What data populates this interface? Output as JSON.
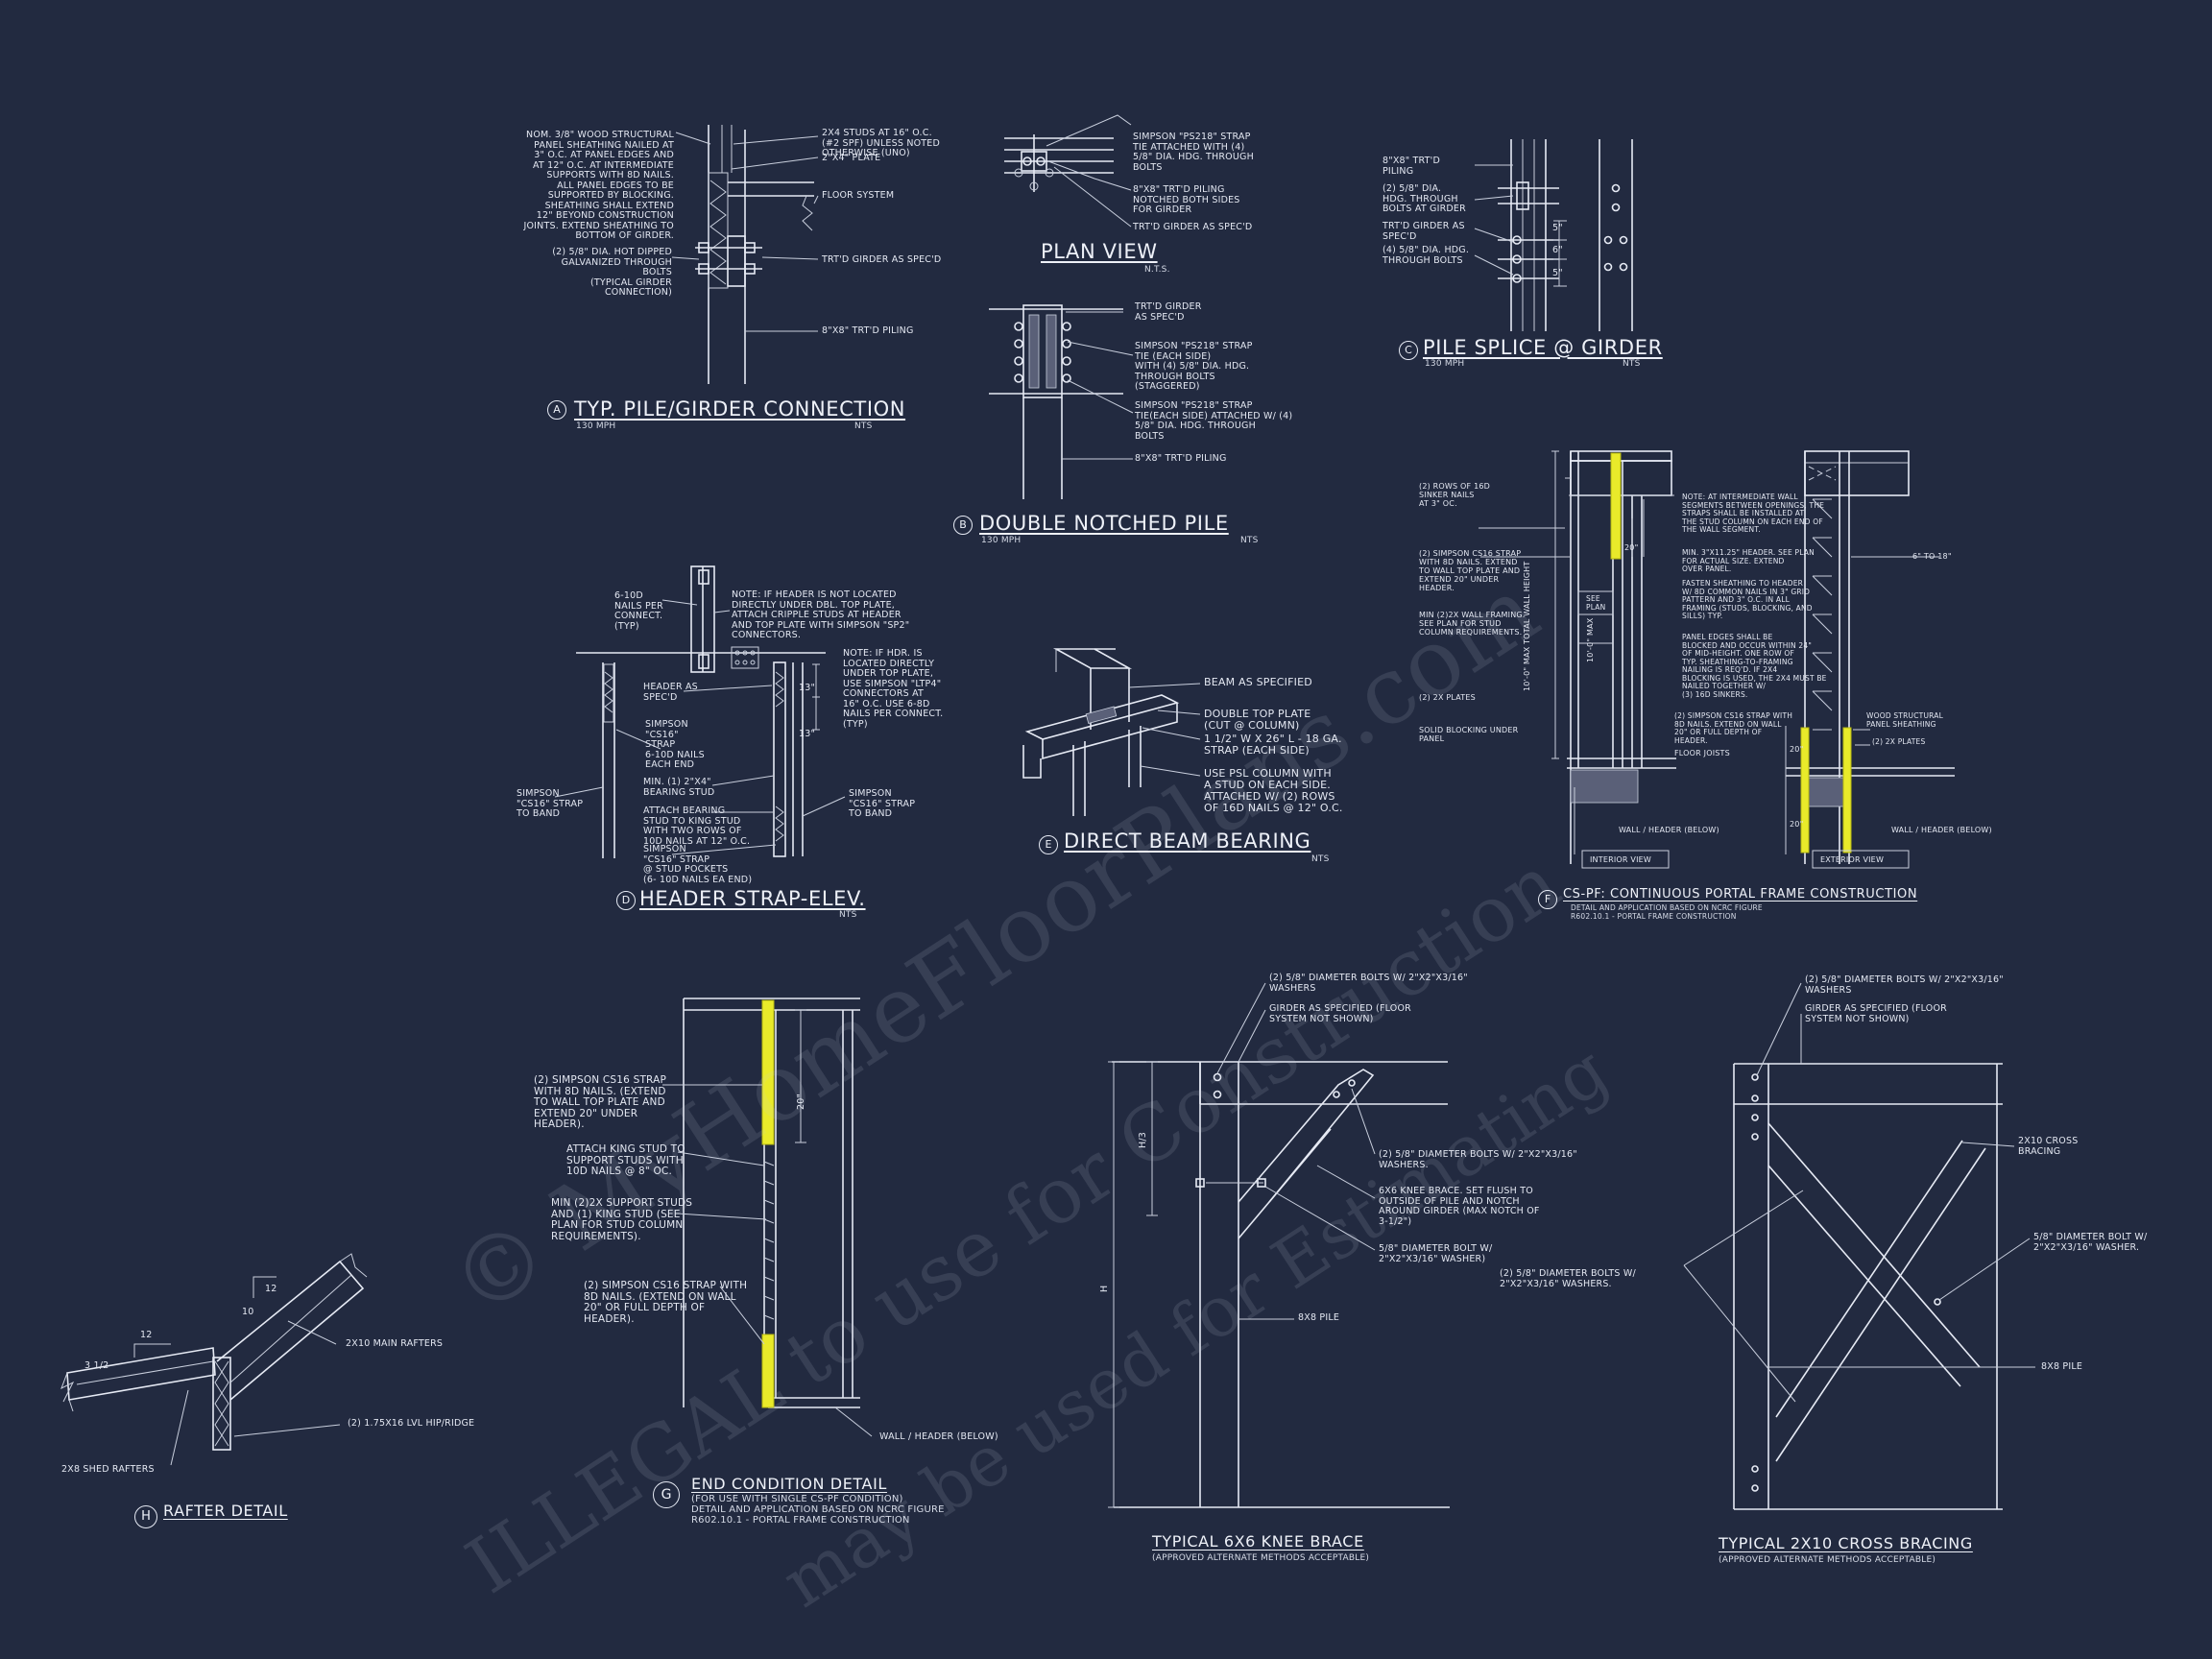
{
  "colors": {
    "background": "#222a40",
    "linework": "#e6eaf4",
    "highlight": "#e9ea2a"
  },
  "watermark": {
    "line1": "© MyHomeFloorPlans.com",
    "line2": "ILLEGAL to use for Construction",
    "line3": "may be used for Estimating"
  },
  "details": {
    "A": {
      "tag": "A",
      "title": "TYP. PILE/GIRDER CONNECTION",
      "wind": "130 MPH",
      "scale": "NTS",
      "notes": {
        "sheathing": "NOM. 3/8\" WOOD STRUCTURAL\nPANEL SHEATHING NAILED AT\n3\" O.C. AT PANEL EDGES AND\nAT 12\" O.C. AT INTERMEDIATE\nSUPPORTS WITH 8d NAILS.\nALL PANEL EDGES TO BE\nSUPPORTED BY BLOCKING.\nSHEATHING SHALL EXTEND\n12\" BEYOND CONSTRUCTION\nJOINTS. EXTEND SHEATHING TO\nBOTTOM OF GIRDER.",
        "bolts": "(2) 5/8\" DIA. HOT DIPPED\nGALVANIZED THROUGH BOLTS\n(TYPICAL GIRDER CONNECTION)",
        "studs": "2x4 STUDS AT 16\" O.C.\n(#2 SPF) UNLESS NOTED\nOTHERWISE (UNO)",
        "plate": "2\"x4\" PLATE",
        "floor": "FLOOR SYSTEM",
        "girder": "TRT'D GIRDER AS SPEC'D",
        "piling": "8\"x8\" TRT'D PILING"
      }
    },
    "planview": {
      "title": "PLAN VIEW",
      "scale": "N.T.S.",
      "notes": {
        "strap": "SIMPSON \"PS218\" STRAP\nTIE ATTACHED WITH (4)\n5/8\" DIA. HDG. THROUGH\nBOLTS",
        "piling": "8\"x8\" TRT'D PILING\nNOTCHED BOTH SIDES\nFOR GIRDER",
        "girder": "TRT'D GIRDER AS SPEC'D"
      }
    },
    "B": {
      "tag": "B",
      "title": "DOUBLE NOTCHED PILE",
      "wind": "130 MPH",
      "scale": "NTS",
      "notes": {
        "girder": "TRT'D GIRDER\nAS SPEC'D",
        "strap1": "SIMPSON \"PS218\" STRAP\nTIE (EACH SIDE)\nWITH (4) 5/8\" DIA. HDG.\nTHROUGH BOLTS\n(STAGGERED)",
        "strap2": "SIMPSON \"PS218\" STRAP\nTIE(EACH SIDE) ATTACHED w/ (4)\n5/8\" DIA. HDG. THROUGH\nBOLTS",
        "piling": "8\"x8\" TRT'D PILING"
      }
    },
    "C": {
      "tag": "C",
      "title": "PILE SPLICE @ GIRDER",
      "wind": "130 MPH",
      "scale": "NTS",
      "notes": {
        "piling": "8\"x8\" TRT'D\nPILING",
        "bolts1": "(2) 5/8\" DIA.\nHDG. THROUGH\nBOLTS AT GIRDER",
        "girder": "TRT'D GIRDER AS\nSPEC'D",
        "bolts2": "(4) 5/8\" DIA. HDG.\nTHROUGH BOLTS"
      },
      "dims": [
        "5\"",
        "6\"",
        "5\""
      ]
    },
    "D": {
      "tag": "D",
      "title": "HEADER STRAP-ELEV.",
      "scale": "NTS",
      "notes": {
        "nails": "6-10d\nNAILS PER\nCONNECT.\n(TYP)",
        "note1": "NOTE: IF HEADER IS NOT LOCATED\nDIRECTLY UNDER DBL. TOP PLATE,\nATTACH CRIPPLE STUDS AT HEADER\nAND TOP PLATE WITH SIMPSON \"SP2\"\nCONNECTORS.",
        "note2": "NOTE: IF HDR. IS\nLOCATED DIRECTLY\nUNDER TOP PLATE,\nUSE SIMPSON \"LTP4\"\nCONNECTORS AT\n16\" O.C. USE 6-8d\nNAILS PER CONNECT.\n(TYP)",
        "header": "HEADER AS\nSPEC'D",
        "strap": "SIMPSON\n\"CS16\"\nSTRAP\n6-10d NAILS\nEACH END",
        "min": "MIN. (1) 2\"x4\"\nBEARING STUD",
        "attach": "ATTACH BEARING\nSTUD TO KING STUD\nWITH TWO ROWS OF\n10d NAILS AT 12\" O.C.",
        "pockets": "SIMPSON\n\"CS16\" STRAP\n@ STUD POCKETS\n(6- 10d NAILS EA END)",
        "bandL": "SIMPSON\n\"CS16\" STRAP\nTO BAND",
        "bandR": "SIMPSON\n\"CS16\" STRAP\nTO BAND"
      },
      "dims": [
        "13\"",
        "13\""
      ]
    },
    "E": {
      "tag": "E",
      "title": "DIRECT BEAM BEARING",
      "scale": "NTS",
      "notes": {
        "beam": "BEAM AS SPECIFIED",
        "plate": "DOUBLE TOP PLATE\n(CUT @ COLUMN)",
        "strap": "1 1/2\" W x 26\" L - 18 GA.\nSTRAP (EACH SIDE)",
        "psl": "USE PSL COLUMN WITH\nA STUD ON EACH SIDE.\nATTACHED W/ (2) ROWS\nOF 16d NAILS @ 12\" O.C."
      }
    },
    "F": {
      "tag": "F",
      "title": "CS-PF: CONTINUOUS PORTAL FRAME CONSTRUCTION",
      "subtitle": "DETAIL AND APPLICATION BASED ON NCRC FIGURE\nR602.10.1 - PORTAL FRAME CONSTRUCTION",
      "views": [
        "INTERIOR VIEW",
        "EXTERIOR VIEW"
      ],
      "notes": {
        "rows": "(2) ROWS OF 16d\nSINKER NAILS\nAT 3\" OC.",
        "strap": "(2) SIMPSON CS16 STRAP\nWITH 8d NAILS. EXTEND\nTO WALL TOP PLATE AND\nEXTEND 20\" UNDER\nHEADER.",
        "framing": "MIN (2)2X WALL FRAMING.\nSEE PLAN FOR STUD\nCOLUMN REQUIREMENTS.",
        "plates": "(2) 2x PLATES",
        "blocking": "SOLID BLOCKING UNDER\nPANEL",
        "joists": "FLOOR JOISTS",
        "wall": "WALL / HEADER (BELOW)",
        "wall2": "WALL / HEADER (BELOW)",
        "note": "NOTE: AT INTERMEDIATE WALL\nSEGMENTS BETWEEN OPENINGS, THE\nSTRAPS SHALL BE INSTALLED AT\nTHE STUD COLUMN ON EACH END OF\nTHE WALL SEGMENT.",
        "hdr": "MIN. 3\"x11.25\" HEADER. SEE PLAN\nFOR ACTUAL SIZE. EXTEND\nOVER PANEL.",
        "fasten": "FASTEN SHEATHING TO HEADER\nW/ 8d COMMON NAILS IN 3\" GRID\nPATTERN AND 3\" O.C. IN ALL\nFRAMING (STUDS, BLOCKING, AND\nSILLS) TYP.",
        "edges": "PANEL EDGES SHALL BE\nBLOCKED AND OCCUR WITHIN 24\"\nOF MID-HEIGHT. ONE ROW OF\nTYP. SHEATHING-TO-FRAMING\nNAILING IS REQ'D. IF 2x4\nBLOCKING IS USED, THE 2x4 MUST BE\nNAILED TOGETHER W/\n(3) 16d SINKERS.",
        "strap2": "(2) SIMPSON CS16 STRAP WITH\n8d NAILS. EXTEND ON WALL\n20\" OR FULL DEPTH OF\nHEADER.",
        "sheath": "WOOD STRUCTURAL\nPANEL SHEATHING",
        "plates2": "(2) 2x PLATES"
      },
      "dims": {
        "d20": "20\"",
        "see": "SEE\nPLAN",
        "max": "10'-0\" MAX TOTAL WALL HEIGHT",
        "max2": "10'-0\" MAX",
        "d6": "6\" TO 18\"",
        "d20b": "20\"",
        "d20c": "20\""
      }
    },
    "G": {
      "tag": "G",
      "title": "END CONDITION DETAIL",
      "subtitle": "(FOR USE WITH SINGLE CS-PF CONDITION)\nDETAIL AND APPLICATION BASED ON NCRC FIGURE\nR602.10.1 - PORTAL FRAME CONSTRUCTION",
      "notes": {
        "strap1": "(2) SIMPSON CS16 STRAP\nWITH 8d NAILS. (EXTEND\nTO WALL TOP PLATE AND\nEXTEND 20\" UNDER\nHEADER).",
        "king": "ATTACH KING STUD TO\nSUPPORT STUDS WITH\n10d NAILS @ 8\" OC.",
        "min": "MIN (2)2X SUPPORT STUDS\nAND (1) KING STUD (SEE\nPLAN FOR STUD COLUMN\nREQUIREMENTS).",
        "strap2": "(2) SIMPSON CS16 STRAP WITH\n8d NAILS. (EXTEND ON WALL\n20\" OR FULL DEPTH OF\nHEADER).",
        "wall": "WALL / HEADER (BELOW)"
      },
      "dim": "20\""
    },
    "H": {
      "tag": "H",
      "title": "RAFTER DETAIL",
      "notes": {
        "main": "2x10 MAIN RAFTERS",
        "lvl": "(2) 1.75x16 LVL HIP/RIDGE",
        "shed": "2x8 SHED RAFTERS"
      },
      "pitch": {
        "r1": "12",
        "r2": "10",
        "s1": "12",
        "s2": "3 1/2"
      }
    },
    "knee": {
      "title": "TYPICAL 6x6 KNEE BRACE",
      "subtitle": "(APPROVED ALTERNATE METHODS ACCEPTABLE)",
      "notes": {
        "bolts1": "(2) 5/8\" DIAMETER BOLTS W/ 2\"x2\"x3/16\"\nWASHERS",
        "girder": "GIRDER AS SPECIFIED (FLOOR\nSYSTEM NOT SHOWN)",
        "bolts2": "(2) 5/8\" DIAMETER BOLTS W/ 2\"x2\"x3/16\"\nWASHERS.",
        "brace": "6x6 KNEE BRACE. SET FLUSH TO\nOUTSIDE OF PILE AND NOTCH\nAROUND GIRDER (MAX NOTCH OF\n3-1/2\")",
        "bolt3": "5/8\" DIAMETER BOLT W/\n2\"x2\"x3/16\" WASHER)",
        "pile": "8x8 PILE"
      },
      "dims": {
        "h3": "H/3",
        "h": "H"
      }
    },
    "cross": {
      "title": "TYPICAL 2x10 CROSS BRACING",
      "subtitle": "(APPROVED ALTERNATE METHODS ACCEPTABLE)",
      "notes": {
        "bolts1": "(2) 5/8\" DIAMETER BOLTS W/ 2\"x2\"x3/16\"\nWASHERS",
        "girder": "GIRDER AS SPECIFIED (FLOOR\nSYSTEM NOT SHOWN)",
        "bracing": "2x10 CROSS\nBRACING",
        "bolt": "5/8\" DIAMETER BOLT W/\n2\"x2\"x3/16\" WASHER.",
        "bolts2": "(2) 5/8\" DIAMETER BOLTS W/\n2\"x2\"x3/16\" WASHERS.",
        "pile": "8x8 PILE"
      }
    }
  }
}
